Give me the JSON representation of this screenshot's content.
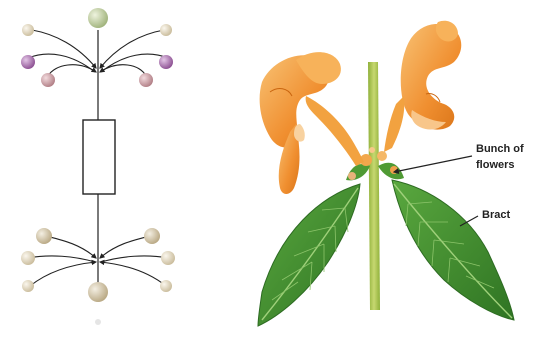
{
  "labels": {
    "bunch_line1": "Bunch of",
    "bunch_line2": "flowers",
    "bract": "Bract"
  },
  "colors": {
    "line": "#222222",
    "bud_green": "#b8c99a",
    "bud_tan": "#cfc2a6",
    "bud_purple": "#a36aa8",
    "bud_pink": "#c89a9f",
    "leaf": "#3f8a2f",
    "leaf_dark": "#2d6b22",
    "stem": "#a8c04a",
    "flower": "#f0963a",
    "flower_light": "#f6b865"
  }
}
